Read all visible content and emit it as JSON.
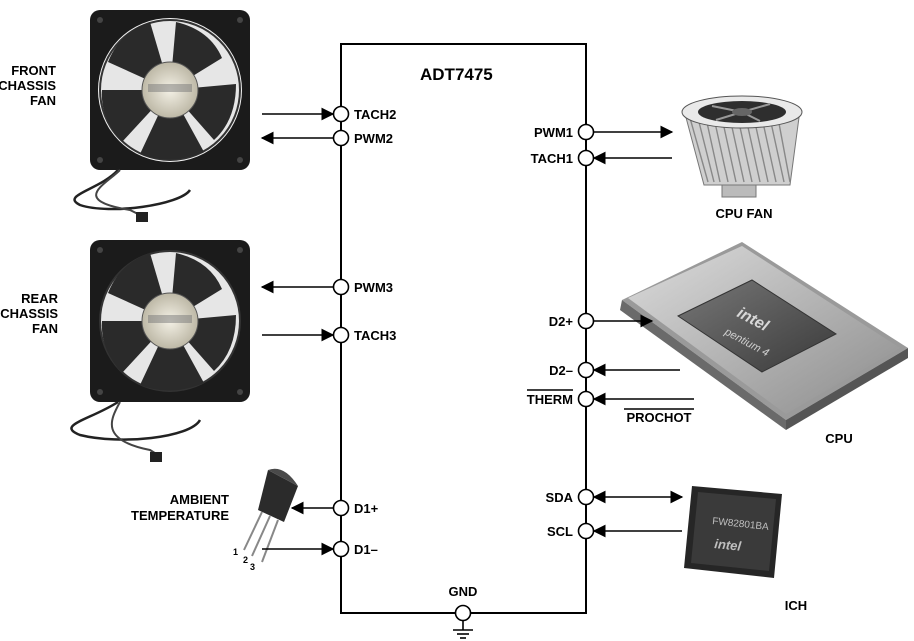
{
  "chip": {
    "name": "ADT7475",
    "pins_left": [
      "TACH2",
      "PWM2",
      "PWM3",
      "TACH3",
      "D1+",
      "D1–"
    ],
    "pins_right": [
      "PWM1",
      "TACH1",
      "D2+",
      "D2–",
      "THERM",
      "SDA",
      "SCL"
    ],
    "pin_bottom": "GND"
  },
  "devices": {
    "front_fan": [
      "FRONT",
      "CHASSIS",
      "FAN"
    ],
    "rear_fan": [
      "REAR",
      "CHASSIS",
      "FAN"
    ],
    "ambient": [
      "AMBIENT",
      "TEMPERATURE"
    ],
    "transistor_pins": [
      "1",
      "2",
      "3"
    ],
    "cpu_fan": "CPU FAN",
    "cpu": "CPU",
    "cpu_brand": "intel",
    "cpu_model": "pentium 4",
    "prochot": "PROCHOT",
    "ich": "ICH",
    "ich_brand": "intel",
    "ich_marking": "FW82801BA"
  }
}
